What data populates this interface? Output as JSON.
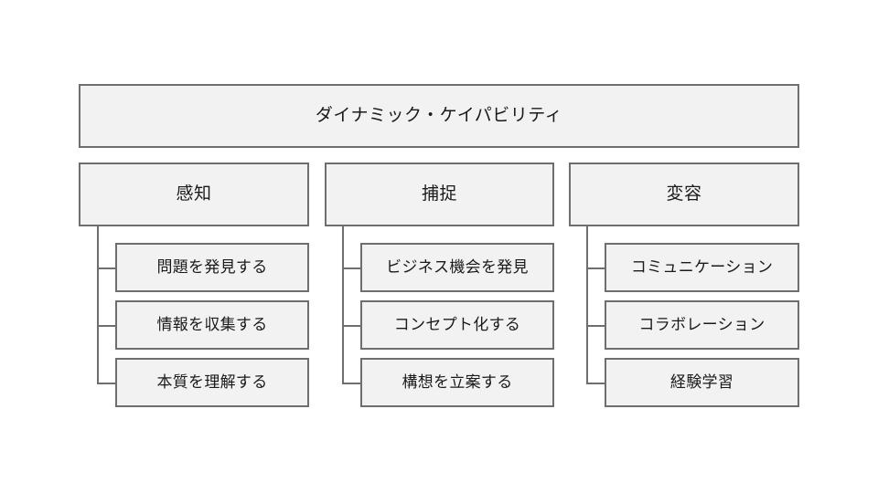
{
  "diagram": {
    "type": "hierarchy-tree",
    "root": {
      "label": "ダイナミック・ケイパビリティ"
    },
    "branches": [
      {
        "label": "感知",
        "children": [
          {
            "label": "問題を発見する"
          },
          {
            "label": "情報を収集する"
          },
          {
            "label": "本質を理解する"
          }
        ]
      },
      {
        "label": "捕捉",
        "children": [
          {
            "label": "ビジネス機会を発見"
          },
          {
            "label": "コンセプト化する"
          },
          {
            "label": "構想を立案する"
          }
        ]
      },
      {
        "label": "変容",
        "children": [
          {
            "label": "コミュニケーション"
          },
          {
            "label": "コラボレーション"
          },
          {
            "label": "経験学習"
          }
        ]
      }
    ],
    "colors": {
      "box_fill": "#f2f2f2",
      "box_border": "#6e6e6e",
      "connector": "#6e6e6e",
      "text": "#1a1a1a",
      "background": "#ffffff"
    }
  }
}
